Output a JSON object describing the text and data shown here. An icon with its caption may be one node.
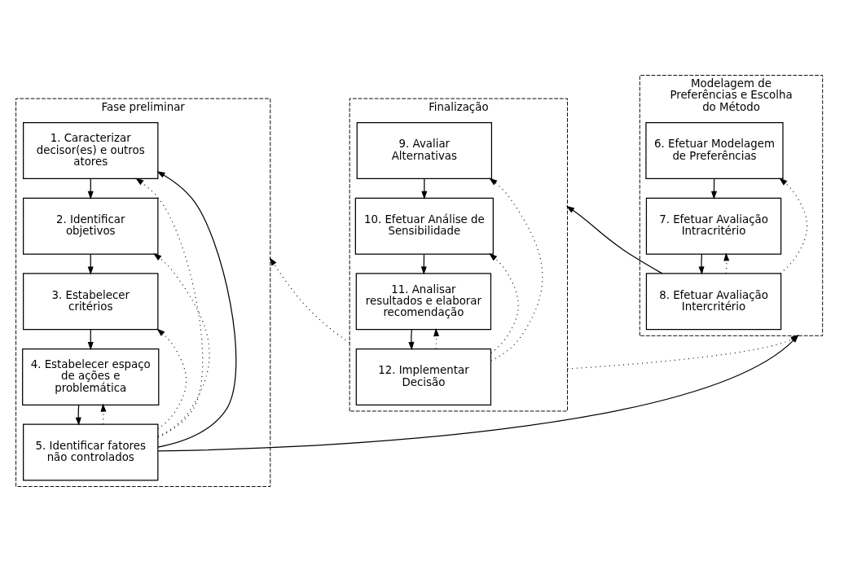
{
  "diagram": {
    "nodes": [
      {
        "text": [
          "Fase preliminar"
        ]
      },
      {
        "text": [
          "1. Caracterizar decisor(es) e outros atores"
        ],
        "in": 0
      },
      {
        "text": [
          "2. Identificar objetivos"
        ],
        "in": 0
      },
      {
        "text": [
          "3. Estabelecer critérios"
        ],
        "in": 0
      },
      {
        "text": [
          "4. Estabelecer espaço de ações e problemática"
        ],
        "in": 0
      },
      {
        "text": [
          "5. Identificar fatores não controlados"
        ],
        "in": 0
      },
      {
        "text": [
          "Modelagem de Preferências e Escolha do Método"
        ]
      },
      {
        "text": [
          "6. Efetuar Modelagem de Preferências"
        ],
        "in": 6
      },
      {
        "text": [
          "7. Efetuar Avaliação Intracritério"
        ],
        "in": 6
      },
      {
        "text": [
          "8. Efetuar Avaliação Intercritério"
        ],
        "in": 6
      },
      {
        "text": [
          "Finalização"
        ]
      },
      {
        "text": [
          "9. Avaliar Alternativas"
        ],
        "in": 10
      },
      {
        "text": [
          "10. Efetuar Análise de  Sensibilidade"
        ],
        "in": 10
      },
      {
        "text": [
          "11. Analisar resultados e elaborar recomendação"
        ],
        "in": 10
      },
      {
        "text": [
          "12. Implementar Decisão"
        ],
        "in": 10
      }
    ],
    "edges": [
      {
        "from": 1,
        "to": 2,
        "arrow": "to"
      },
      {
        "from": 2,
        "to": 3,
        "arrow": "to"
      },
      {
        "from": 3,
        "to": 4,
        "arrow": "to"
      },
      {
        "from": 4,
        "to": 5,
        "arrow": "to"
      },
      {
        "from": 5,
        "to": 1,
        "arrow": "to",
        "style": "dashed"
      },
      {
        "from": 5,
        "to": 2,
        "arrow": "to",
        "style": "dashed"
      },
      {
        "from": 5,
        "to": 3,
        "arrow": "to",
        "style": "dashed"
      },
      {
        "from": 5,
        "to": 4,
        "arrow": "to",
        "style": "dashed"
      },
      {
        "from": 5,
        "to": 0,
        "arrow": "to"
      },
      {
        "from": 5,
        "to": 6,
        "arrow": "to"
      },
      {
        "from": 7,
        "to": 8,
        "arrow": "to"
      },
      {
        "from": 8,
        "to": 9,
        "arrow": "to"
      },
      {
        "from": 9,
        "to": 7,
        "arrow": "to",
        "style": "dashed"
      },
      {
        "from": 9,
        "to": 8,
        "arrow": "to",
        "style": "dashed"
      },
      {
        "from": 9,
        "to": 10,
        "arrow": "to"
      },
      {
        "from": 11,
        "to": 12,
        "arrow": "to"
      },
      {
        "from": 12,
        "to": 13,
        "arrow": "to"
      },
      {
        "from": 13,
        "to": 14,
        "arrow": "to"
      },
      {
        "from": 14,
        "to": 11,
        "arrow": "to",
        "style": "dashed"
      },
      {
        "from": 14,
        "to": 12,
        "arrow": "to",
        "style": "dashed"
      },
      {
        "from": 14,
        "to": 13,
        "arrow": "to",
        "style": "dashed"
      },
      {
        "from": 10,
        "to": 6,
        "arrow": "to",
        "style": "dashed"
      },
      {
        "from": 10,
        "to": 0,
        "arrow": "to",
        "style": "dashed"
      }
    ]
  }
}
